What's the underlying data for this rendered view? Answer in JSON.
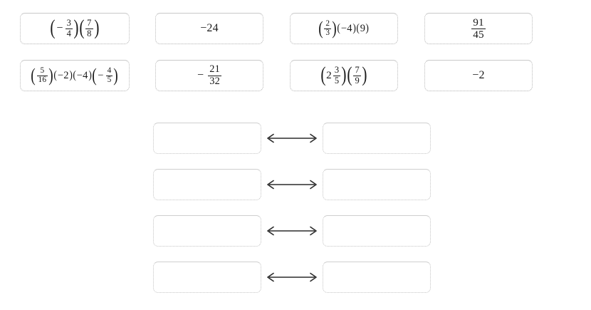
{
  "exercise": {
    "type": "drag-and-drop-matching",
    "tile_bank": {
      "rows": [
        [
          {
            "id": "tile-1",
            "kind": "expression",
            "latex": "(-3/4)(7/8)"
          },
          {
            "id": "tile-2",
            "kind": "value",
            "text": "−24"
          },
          {
            "id": "tile-3",
            "kind": "expression",
            "latex": "(2/3)(-4)(9)"
          },
          {
            "id": "tile-4",
            "kind": "fraction",
            "numerator": "91",
            "denominator": "45"
          }
        ],
        [
          {
            "id": "tile-5",
            "kind": "expression",
            "latex": "(5/16)(-2)(-4)(-4/5)"
          },
          {
            "id": "tile-6",
            "kind": "fraction",
            "sign": "−",
            "numerator": "21",
            "denominator": "32"
          },
          {
            "id": "tile-7",
            "kind": "expression",
            "latex": "(2 3/5)(7/9)"
          },
          {
            "id": "tile-8",
            "kind": "value",
            "text": "−2"
          }
        ]
      ]
    },
    "match_rows": [
      {
        "left_slot": "",
        "right_slot": "",
        "connector": "double-arrow"
      },
      {
        "left_slot": "",
        "right_slot": "",
        "connector": "double-arrow"
      },
      {
        "left_slot": "",
        "right_slot": "",
        "connector": "double-arrow"
      },
      {
        "left_slot": "",
        "right_slot": "",
        "connector": "double-arrow"
      }
    ]
  },
  "tokens": {
    "minus": "−",
    "lparen": "(",
    "rparen": ")",
    "n2": "2",
    "n3": "3",
    "n4": "4",
    "n5": "5",
    "n7": "7",
    "n8": "8",
    "n9": "9",
    "n16": "16",
    "n21": "21",
    "n32": "32",
    "n45": "45",
    "n91": "91",
    "neg4": "−4",
    "neg2": "−2",
    "neg24": "−24",
    "p9": "9"
  },
  "colors": {
    "background": "#ffffff",
    "text": "#1a1a1a",
    "tile_border": "#b9b9b9",
    "slot_border": "#c4c4c4",
    "arrow": "#2b2b2b"
  }
}
